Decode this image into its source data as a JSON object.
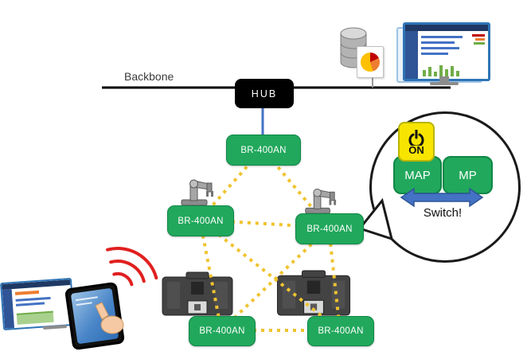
{
  "diagram": {
    "backbone_label": "Backbone",
    "hub_label": "HUB",
    "nodes": [
      {
        "id": "ap-top",
        "label": "BR-400AN"
      },
      {
        "id": "ap-mid-left",
        "label": "BR-400AN"
      },
      {
        "id": "ap-mid-right",
        "label": "BR-400AN"
      },
      {
        "id": "ap-bottom-left",
        "label": "BR-400AN"
      },
      {
        "id": "ap-bottom-right",
        "label": "BR-400AN"
      }
    ],
    "callout": {
      "power_button_label": "ON",
      "mode_a_label": "MAP",
      "mode_b_label": "MP",
      "caption": "Switch!"
    },
    "icons": {
      "power": "power-icon",
      "wifi": "wifi-waves-icon",
      "database": "database-icon",
      "pie_chart": "pie-chart-icon",
      "robot_arm": "robot-arm-icon",
      "machine": "machine-icon",
      "tablet": "tablet-icon",
      "monitor": "monitor-dashboard-icon",
      "switch_arrow": "double-arrow-icon"
    },
    "colors": {
      "node_green": "#21A85C",
      "mesh_yellow": "#F0C330",
      "uplink_blue": "#4472C4",
      "hub_black": "#000000",
      "wifi_red": "#E0201F",
      "power_yellow": "#F7E400",
      "arrow_blue": "#4472C4"
    }
  }
}
